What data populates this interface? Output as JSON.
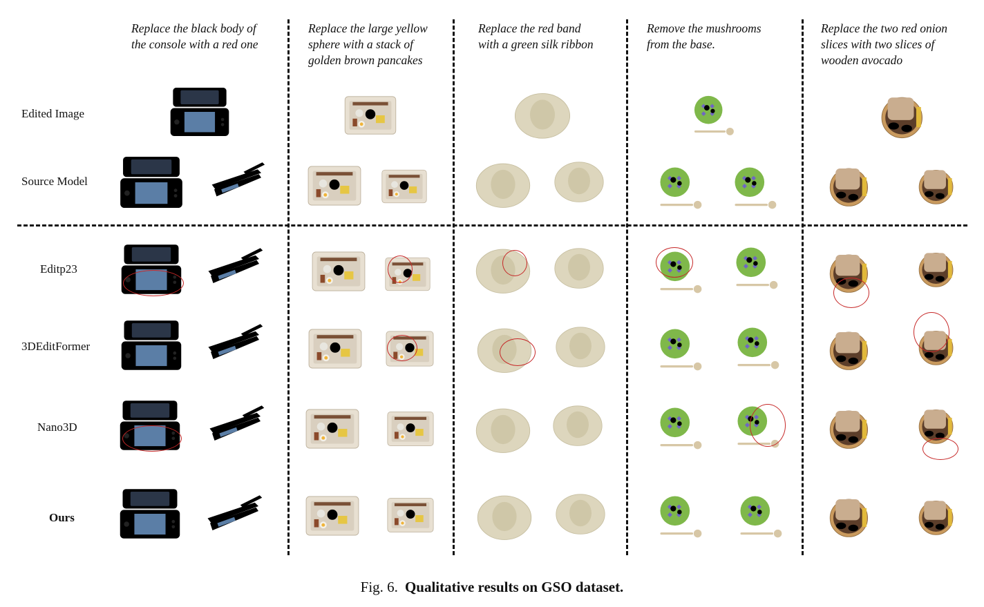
{
  "columns": [
    {
      "prompt_lines": [
        "Replace the black body of",
        "the console with a red one"
      ]
    },
    {
      "prompt_lines": [
        "Replace the large yellow",
        "sphere with a stack of",
        "golden brown pancakes"
      ]
    },
    {
      "prompt_lines": [
        "Replace the red band",
        "with a green silk ribbon"
      ]
    },
    {
      "prompt_lines": [
        "Remove the mushrooms",
        "from the base."
      ]
    },
    {
      "prompt_lines": [
        "Replace the two red onion",
        "slices with two slices of",
        "wooden avocado"
      ]
    }
  ],
  "rows": {
    "edited_image": "Edited Image",
    "source_model": "Source Model",
    "editp23": "Editp23",
    "editformer": "3DEditFormer",
    "nano3d": "Nano3D",
    "ours": "Ours"
  },
  "caption": {
    "label": "Fig. 6.",
    "title": "Qualitative results on GSO dataset."
  },
  "colors": {
    "console_red": "#d8444f",
    "console_black": "#1d2128",
    "screen_blue": "#4b6f99",
    "tray": "#e8e0d2",
    "hat": "#ddd6bd",
    "ribbon_green": "#2e9e45",
    "base_green": "#7fb84a",
    "bread": "#c9ad8f",
    "avocado": "#8aa83a",
    "highlight_circle": "#c62828"
  }
}
